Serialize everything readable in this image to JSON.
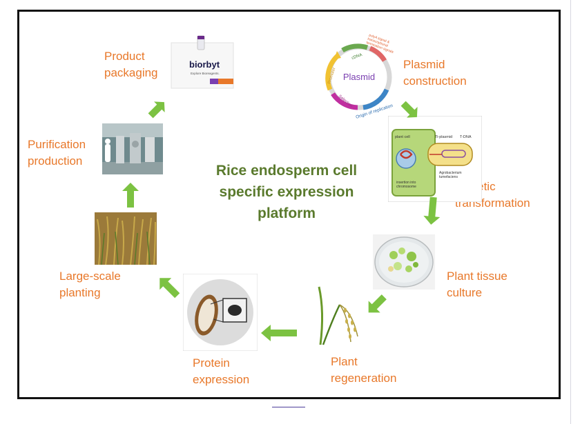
{
  "diagram": {
    "title": "Rice endosperm cell specific expression platform",
    "steps": [
      {
        "id": "plasmid",
        "label": "Plasmid\nconstruction"
      },
      {
        "id": "genetic",
        "label": "Genetic\ntransformation"
      },
      {
        "id": "tissue",
        "label": "Plant tissue\nculture"
      },
      {
        "id": "regeneration",
        "label": "Plant\nregeneration"
      },
      {
        "id": "protein",
        "label": "Protein\nexpression"
      },
      {
        "id": "planting",
        "label": "Large-scale\nplanting"
      },
      {
        "id": "purification",
        "label": "Purification\nproduction"
      },
      {
        "id": "packaging",
        "label": "Product\npackaging"
      }
    ],
    "plasmid_labels": {
      "center": "Plasmid",
      "promoter": "Promoter",
      "cdna": "cDNA",
      "polya": "polyA signal &\ntranscriptional\ntermination signals",
      "selection": "Selection",
      "origin": "Origin of replication"
    },
    "transformation_labels": {
      "plant_cell": "plant cell",
      "ti_plasmid": "Ti-plasmid",
      "t_dna": "T-DNA",
      "insertion": "insertion into\nchromosome",
      "agrobacterium": "Agrobacterium\ntumefaciens"
    },
    "packaging_labels": {
      "brand": "biorbyt",
      "tagline": "Explore Bioreagents."
    },
    "colors": {
      "label": "#e8782a",
      "title": "#5a7a2d",
      "arrow": "#7cc242"
    }
  }
}
